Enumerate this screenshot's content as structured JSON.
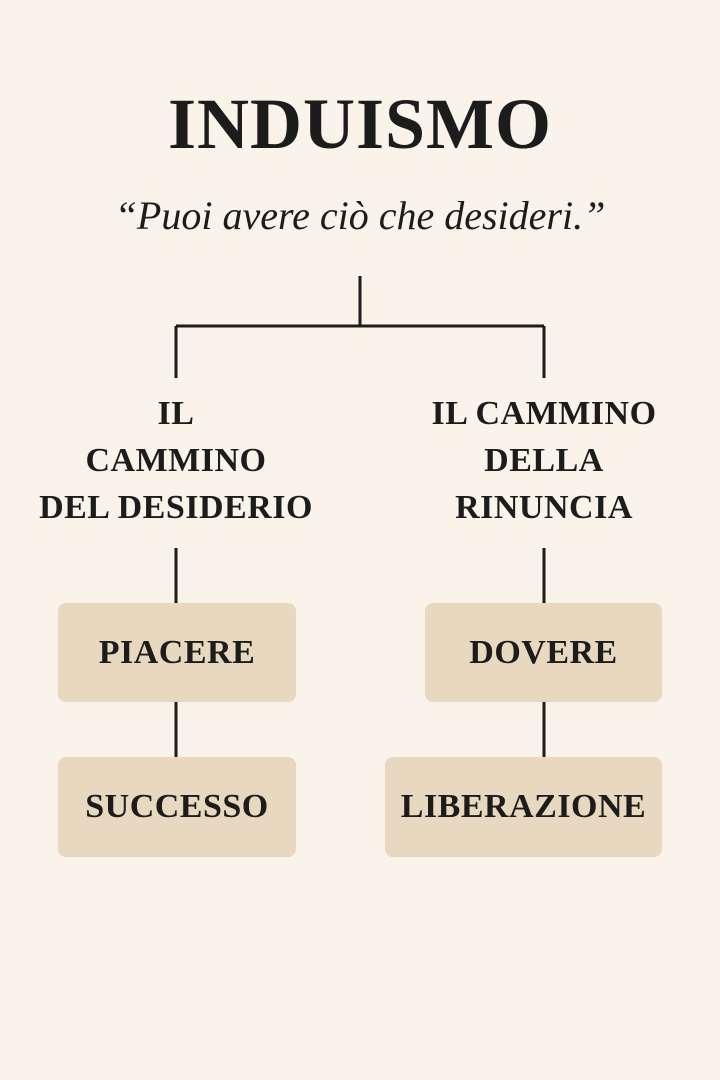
{
  "title": "INDUISMO",
  "subtitle": "“Puoi avere ciò che desideri.”",
  "branches": [
    {
      "label_lines": [
        "IL",
        "CAMMINO",
        "DEL DESIDERIO"
      ],
      "boxes": [
        "PIACERE",
        "SUCCESSO"
      ]
    },
    {
      "label_lines": [
        "IL CAMMINO",
        "DELLA",
        "RINUNCIA"
      ],
      "boxes": [
        "DOVERE",
        "LIBERAZIONE"
      ]
    }
  ],
  "colors": {
    "background": "#faf3ea",
    "box": "#e8d8c0",
    "ink": "#1c1c1c"
  }
}
